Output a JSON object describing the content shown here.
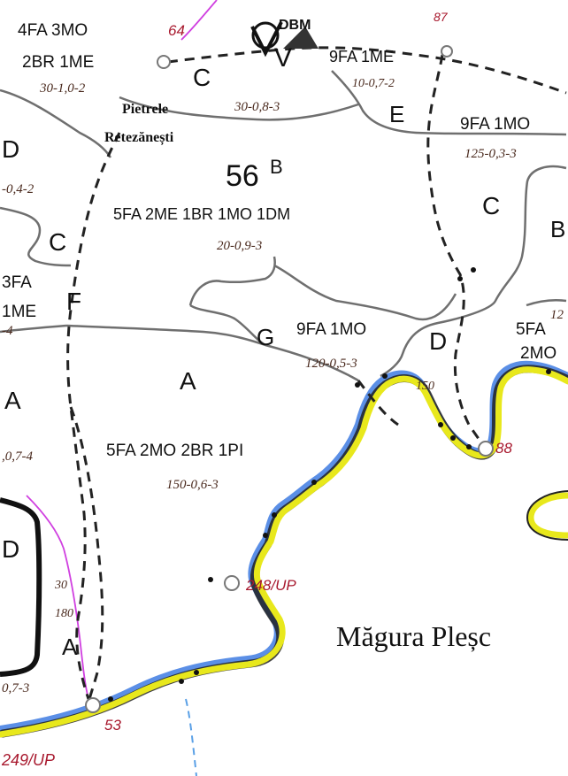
{
  "labels": {
    "stand_4fa3mo": "4FA 3MO",
    "stand_2br1me": "2BR 1ME",
    "code_30_1_0_2": "30-1,0-2",
    "letter_c_top": "C",
    "num_64": "64",
    "label_v": "V",
    "label_dbm": "DBM",
    "num_87": "87",
    "stand_9fa1me": "9FA 1ME",
    "code_10_07_2": "10-0,7-2",
    "place_pietrele": "Pietrele",
    "place_retezanesti": "Retezănești",
    "code_30_08_3": "30-0,8-3",
    "letter_e": "E",
    "stand_9fa1mo_right": "9FA 1MO",
    "code_125": "125-0,3-3",
    "letter_d_left": "D",
    "code_left_04_2": "-0,4-2",
    "parcel_56b_num": "56",
    "parcel_56b_letter": "B",
    "stand_56b": "5FA 2ME 1BR 1MO 1DM",
    "code_20_09_3": "20-0,9-3",
    "letter_c_mid": "C",
    "letter_c_right": "C",
    "letter_b_right": "B",
    "stand_3fa": "3FA",
    "stand_1me": "1ME",
    "letter_f": "F",
    "code_left_4": "-4",
    "letter_g": "G",
    "stand_9fa1mo_mid": "9FA 1MO",
    "code_120_05_3": "120-0,5-3",
    "letter_d_mid": "D",
    "stand_5fa_right": "5FA",
    "stand_2mo_right": "2MO",
    "num_12_right": "12",
    "letter_a_main": "A",
    "letter_a_left": "A",
    "code_left_07_4": ",0,7-4",
    "num_150_small": "150",
    "stand_a_main": "5FA 2MO 2BR 1PI",
    "code_150_06_3": "150-0,6-3",
    "point_88": "88",
    "letter_d_bottom_left": "D",
    "point_248": "248/UP",
    "num_30": "30",
    "num_180": "180",
    "letter_a_bottom": "A",
    "place_magura": "Măgura Pleșc",
    "code_left_07_3": "0,7-3",
    "point_53": "53",
    "point_249": "249/UP"
  },
  "colors": {
    "river_yellow": "#e8e81c",
    "river_blue": "#5b8fe6",
    "boundary_gray": "#6f6f6f",
    "dashed_black": "#222222",
    "magenta": "#d040e0",
    "red_text": "#a8192e",
    "italic_text": "#4a2a1e"
  }
}
